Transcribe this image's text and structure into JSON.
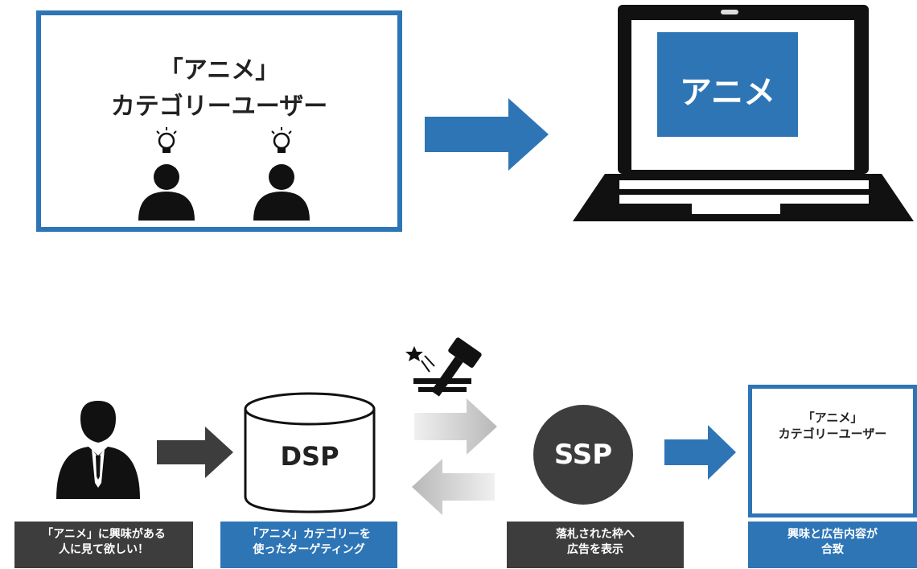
{
  "top_panel": {
    "title_line1": "「アニメ」",
    "title_line2": "カテゴリーユーザー"
  },
  "laptop": {
    "screen_text": "アニメ"
  },
  "flow": {
    "dsp_label": "DSP",
    "ssp_label": "SSP",
    "mini_title_line1": "「アニメ」",
    "mini_title_line2": "カテゴリーユーザー"
  },
  "captions": {
    "user_line1": "「アニメ」に興味がある",
    "user_line2": "人に見て欲しい！",
    "dsp_line1": "「アニメ」カテゴリーを",
    "dsp_line2": "使ったターゲティング",
    "ssp_line1": "落札された枠へ",
    "ssp_line2": "広告を表示",
    "match_line1": "興味と広告内容が",
    "match_line2": "合致"
  },
  "colors": {
    "accent_blue": "#2e75b6",
    "dark_gray": "#3d3d3d",
    "black": "#111111",
    "light_gray": "#c8c8c8"
  }
}
